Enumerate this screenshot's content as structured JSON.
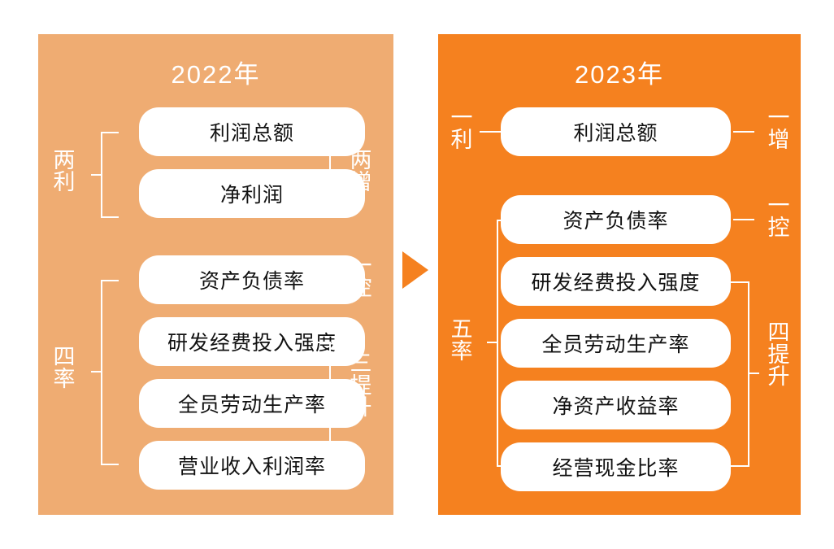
{
  "diagram": {
    "arrow_icon": "right-triangle-arrow",
    "colors": {
      "left_panel": "#EFAC72",
      "right_panel": "#F5811F",
      "box_fill": "#FFFFFF",
      "box_text": "#111111",
      "label_text": "#FFFFFF",
      "arrow": "#F5811F",
      "background": "#FFFFFF"
    }
  },
  "left_panel": {
    "title": "2022年",
    "items": [
      {
        "label": "利润总额"
      },
      {
        "label": "净利润"
      },
      {
        "label": "资产负债率"
      },
      {
        "label": "研发经费投入强度"
      },
      {
        "label": "全员劳动生产率"
      },
      {
        "label": "营业收入利润率"
      }
    ],
    "left_labels": [
      {
        "text": "两利",
        "covers": [
          "利润总额",
          "净利润"
        ]
      },
      {
        "text": "四率",
        "covers": [
          "资产负债率",
          "研发经费投入强度",
          "全员劳动生产率",
          "营业收入利润率"
        ]
      }
    ],
    "right_labels": [
      {
        "text": "两增",
        "covers": [
          "利润总额",
          "净利润"
        ]
      },
      {
        "text": "一控",
        "covers": [
          "资产负债率"
        ]
      },
      {
        "text": "三提升",
        "covers": [
          "研发经费投入强度",
          "全员劳动生产率",
          "营业收入利润率"
        ]
      }
    ]
  },
  "right_panel": {
    "title": "2023年",
    "items": [
      {
        "label": "利润总额"
      },
      {
        "label": "资产负债率"
      },
      {
        "label": "研发经费投入强度"
      },
      {
        "label": "全员劳动生产率"
      },
      {
        "label": "净资产收益率"
      },
      {
        "label": "经营现金比率"
      }
    ],
    "left_labels": [
      {
        "text": "一利",
        "covers": [
          "利润总额"
        ]
      },
      {
        "text": "五率",
        "covers": [
          "资产负债率",
          "研发经费投入强度",
          "全员劳动生产率",
          "净资产收益率",
          "经营现金比率"
        ]
      }
    ],
    "right_labels": [
      {
        "text": "一增",
        "covers": [
          "利润总额"
        ]
      },
      {
        "text": "一控",
        "covers": [
          "资产负债率"
        ]
      },
      {
        "text": "四提升",
        "covers": [
          "研发经费投入强度",
          "全员劳动生产率",
          "净资产收益率",
          "经营现金比率"
        ]
      }
    ]
  }
}
